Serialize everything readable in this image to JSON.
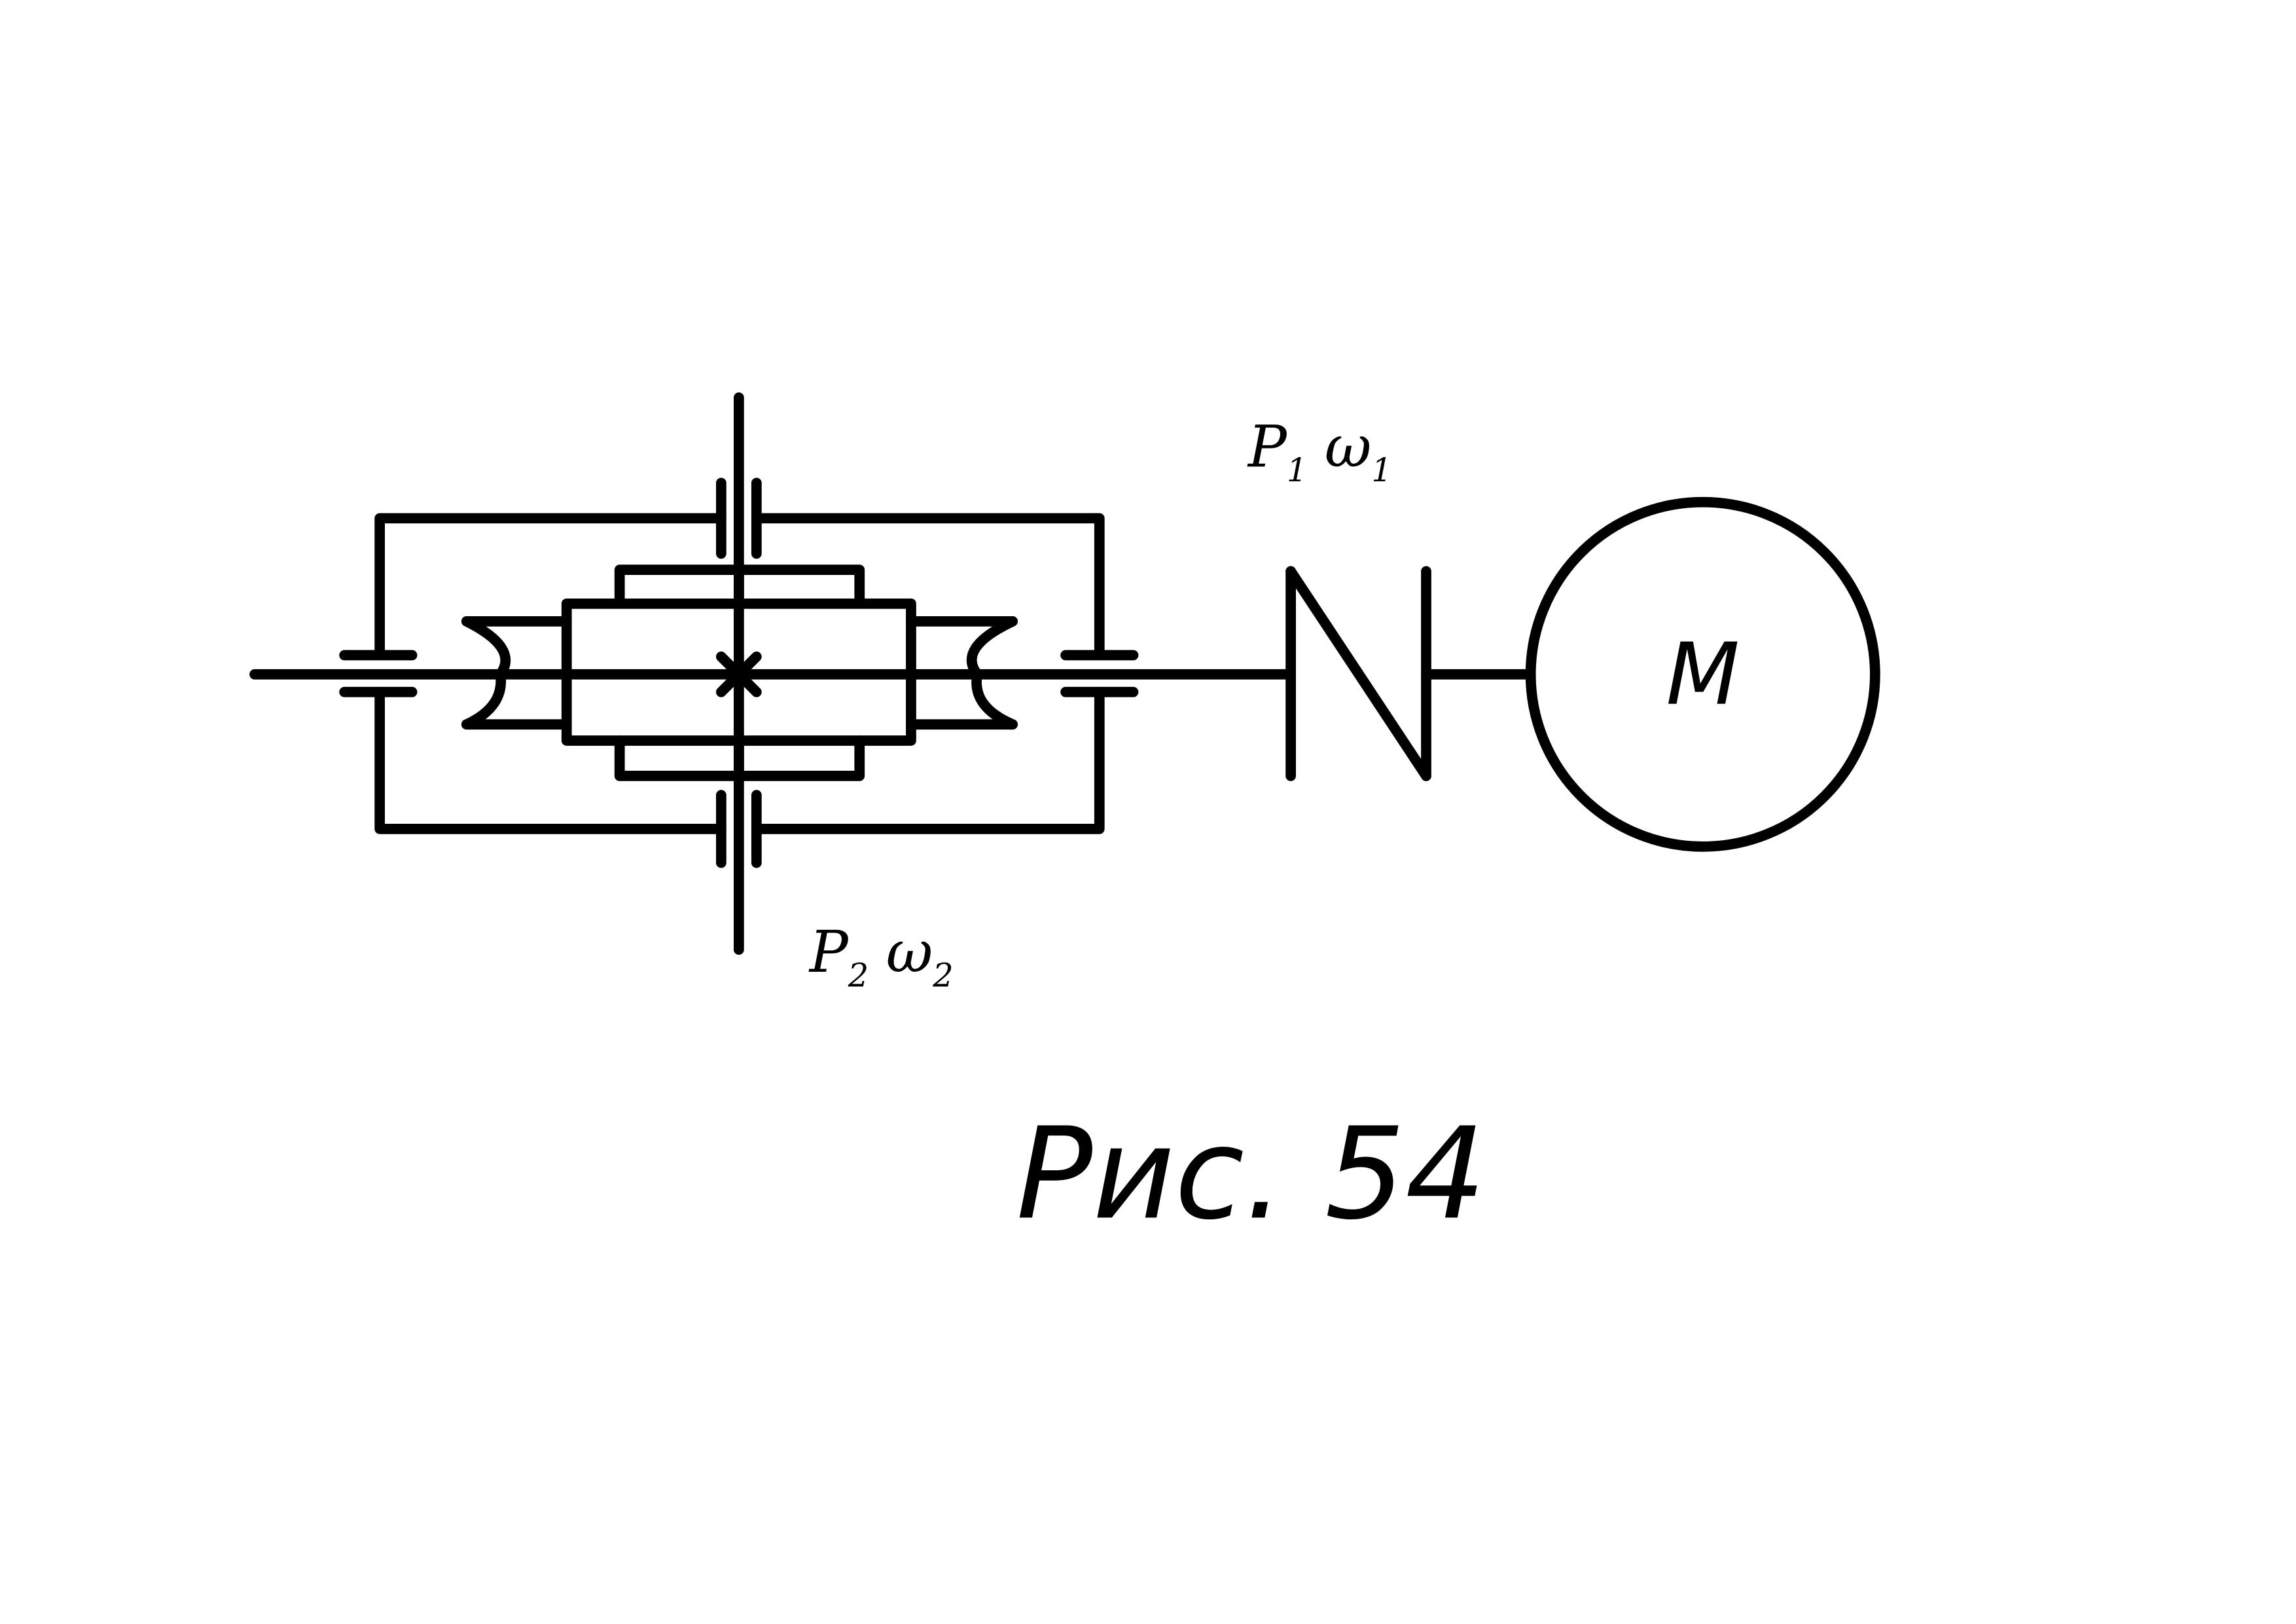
{
  "labels": {
    "input_power": {
      "main": "P",
      "sub": "1"
    },
    "input_speed": {
      "main": "ω",
      "sub": "1"
    },
    "output_power": {
      "main": "P",
      "sub": "2"
    },
    "output_speed": {
      "main": "ω",
      "sub": "2"
    },
    "motor": "M"
  },
  "caption": "Рис. 54",
  "colors": {
    "line": "#000000",
    "background": "#ffffff"
  }
}
